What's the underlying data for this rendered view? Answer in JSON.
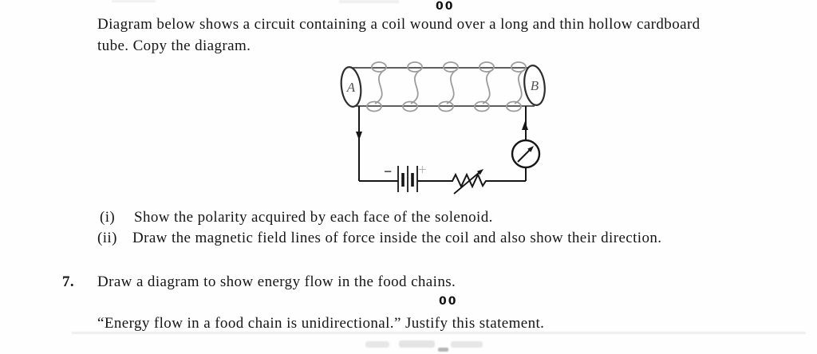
{
  "markers": {
    "top": "00",
    "middle": "00"
  },
  "question6": {
    "intro_line1": "Diagram below shows a circuit containing a coil wound over a long and thin hollow cardboard",
    "intro_line2": "tube. Copy the diagram.",
    "parts": [
      {
        "label": "(i)",
        "text": "Show the polarity acquired by each face of the solenoid."
      },
      {
        "label": "(ii)",
        "text": "Draw the magnetic field lines of force inside the coil and also show their direction."
      }
    ]
  },
  "question7": {
    "number": "7.",
    "text": "Draw a diagram to show energy flow in the food chains.",
    "quote_line": "“Energy flow in a food chain is unidirectional.” Justify this statement."
  },
  "diagram": {
    "tube_label_left": "A",
    "tube_label_right": "B",
    "battery_negative": "−",
    "battery_positive": "+",
    "components": [
      "solenoid-on-cardboard-tube",
      "battery",
      "rheostat",
      "galvanometer"
    ],
    "colors": {
      "ink": "#161616",
      "coil": "#9c9c9c",
      "tube": "#474747",
      "face_label": "#555555",
      "plus_faded": "#b3b3b3"
    }
  }
}
